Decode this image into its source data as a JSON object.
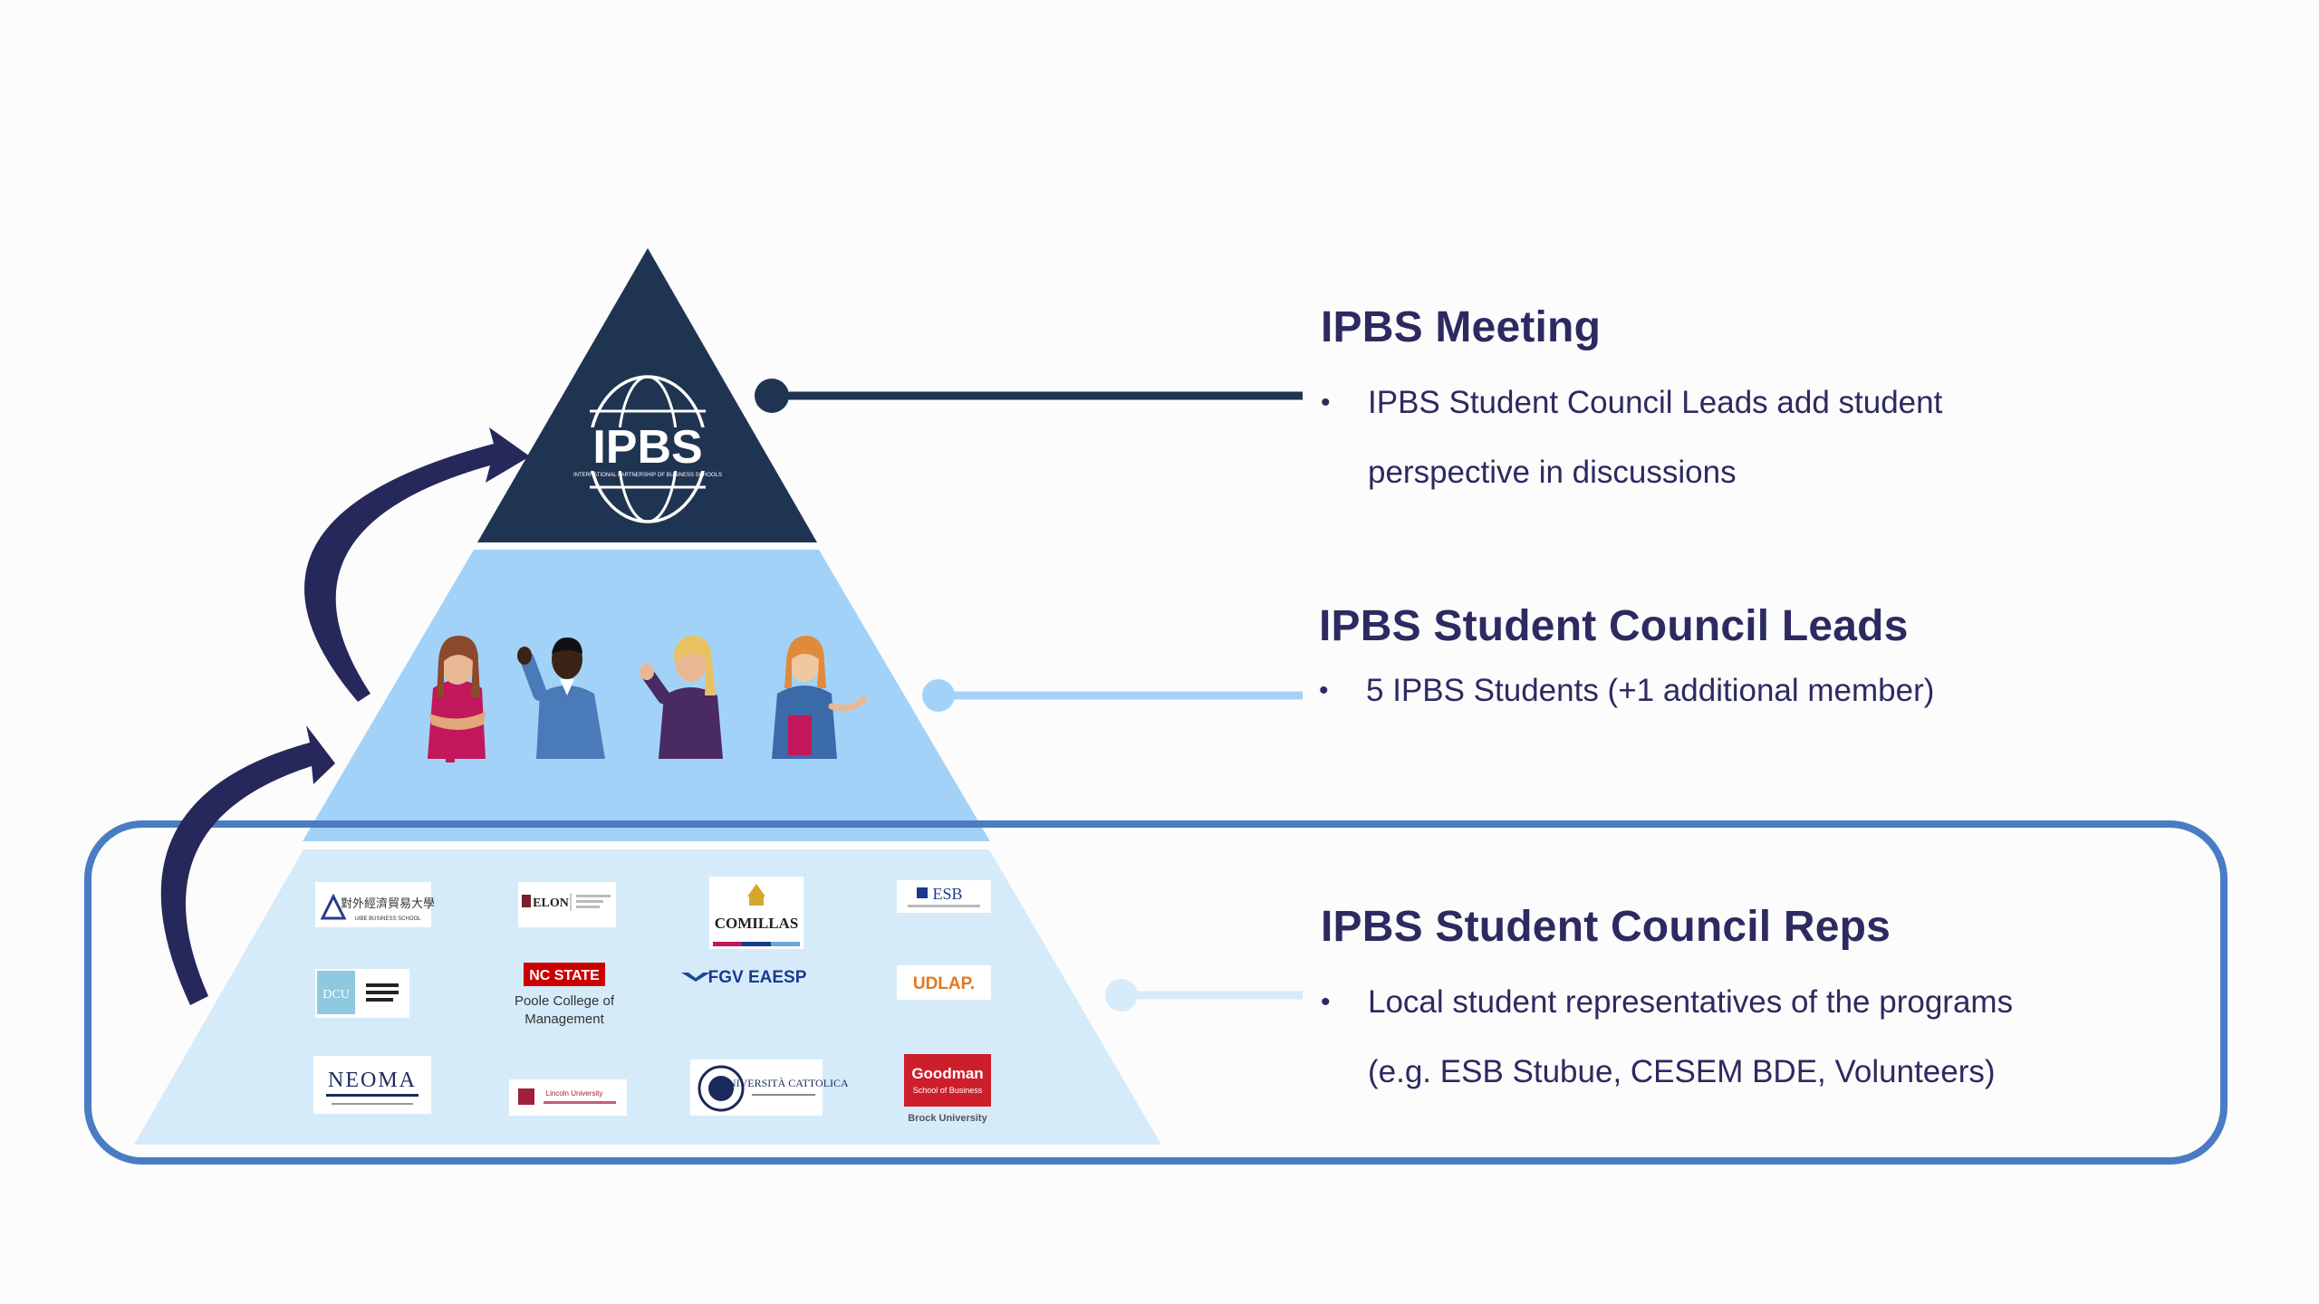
{
  "colors": {
    "top_tier": "#1f3450",
    "middle_tier": "#a3d2f8",
    "bottom_tier": "#d6ebfa",
    "highlight_frame": "#4a7cc4",
    "arrow": "#26275a",
    "connector_top": "#1f3450",
    "connector_middle": "#a3d2f8",
    "connector_bottom": "#d6ebfa",
    "title_text": "#2c2a61"
  },
  "levels": [
    {
      "title": "IPBS Meeting",
      "bullet_marker": "•",
      "bullets": [
        "IPBS Student Council Leads add student perspective in discussions"
      ]
    },
    {
      "title": "IPBS Student Council Leads",
      "bullet_marker": "•",
      "bullets": [
        "5 IPBS Students (+1 additional member)"
      ]
    },
    {
      "title": "IPBS Student Council Reps",
      "bullet_marker": "•",
      "bullets": [
        "Local student representatives of the programs (e.g. ESB Stubue, CESEM BDE, Volunteers)"
      ]
    }
  ],
  "apex_logo": {
    "wordmark": "IPBS",
    "tagline": "INTERNATIONAL PARTNERSHIP OF BUSINESS SCHOOLS"
  },
  "leads_figures": [
    "student-woman-arms-crossed",
    "student-man-waving",
    "student-woman-blonde-waving",
    "student-woman-holding-book"
  ],
  "school_logos": [
    {
      "name": "UIBE",
      "text": "UIBE BUSINESS SCHOOL"
    },
    {
      "name": "Elon",
      "text": "ELON"
    },
    {
      "name": "Comillas",
      "text": "COMILLAS"
    },
    {
      "name": "ESB",
      "text": "ESB"
    },
    {
      "name": "DCU",
      "text": "DCU"
    },
    {
      "name": "NC State",
      "text": "NC STATE"
    },
    {
      "name": "FGV EAESP",
      "text": "FGV EAESP"
    },
    {
      "name": "UDLAP",
      "text": "UDLAP."
    },
    {
      "name": "NEOMA",
      "text": "NEOMA"
    },
    {
      "name": "Lincoln",
      "text": "Lincoln University"
    },
    {
      "name": "Cattolica",
      "text": "UNIVERSITÀ CATTOLICA"
    },
    {
      "name": "Goodman",
      "text": "Goodman"
    }
  ]
}
